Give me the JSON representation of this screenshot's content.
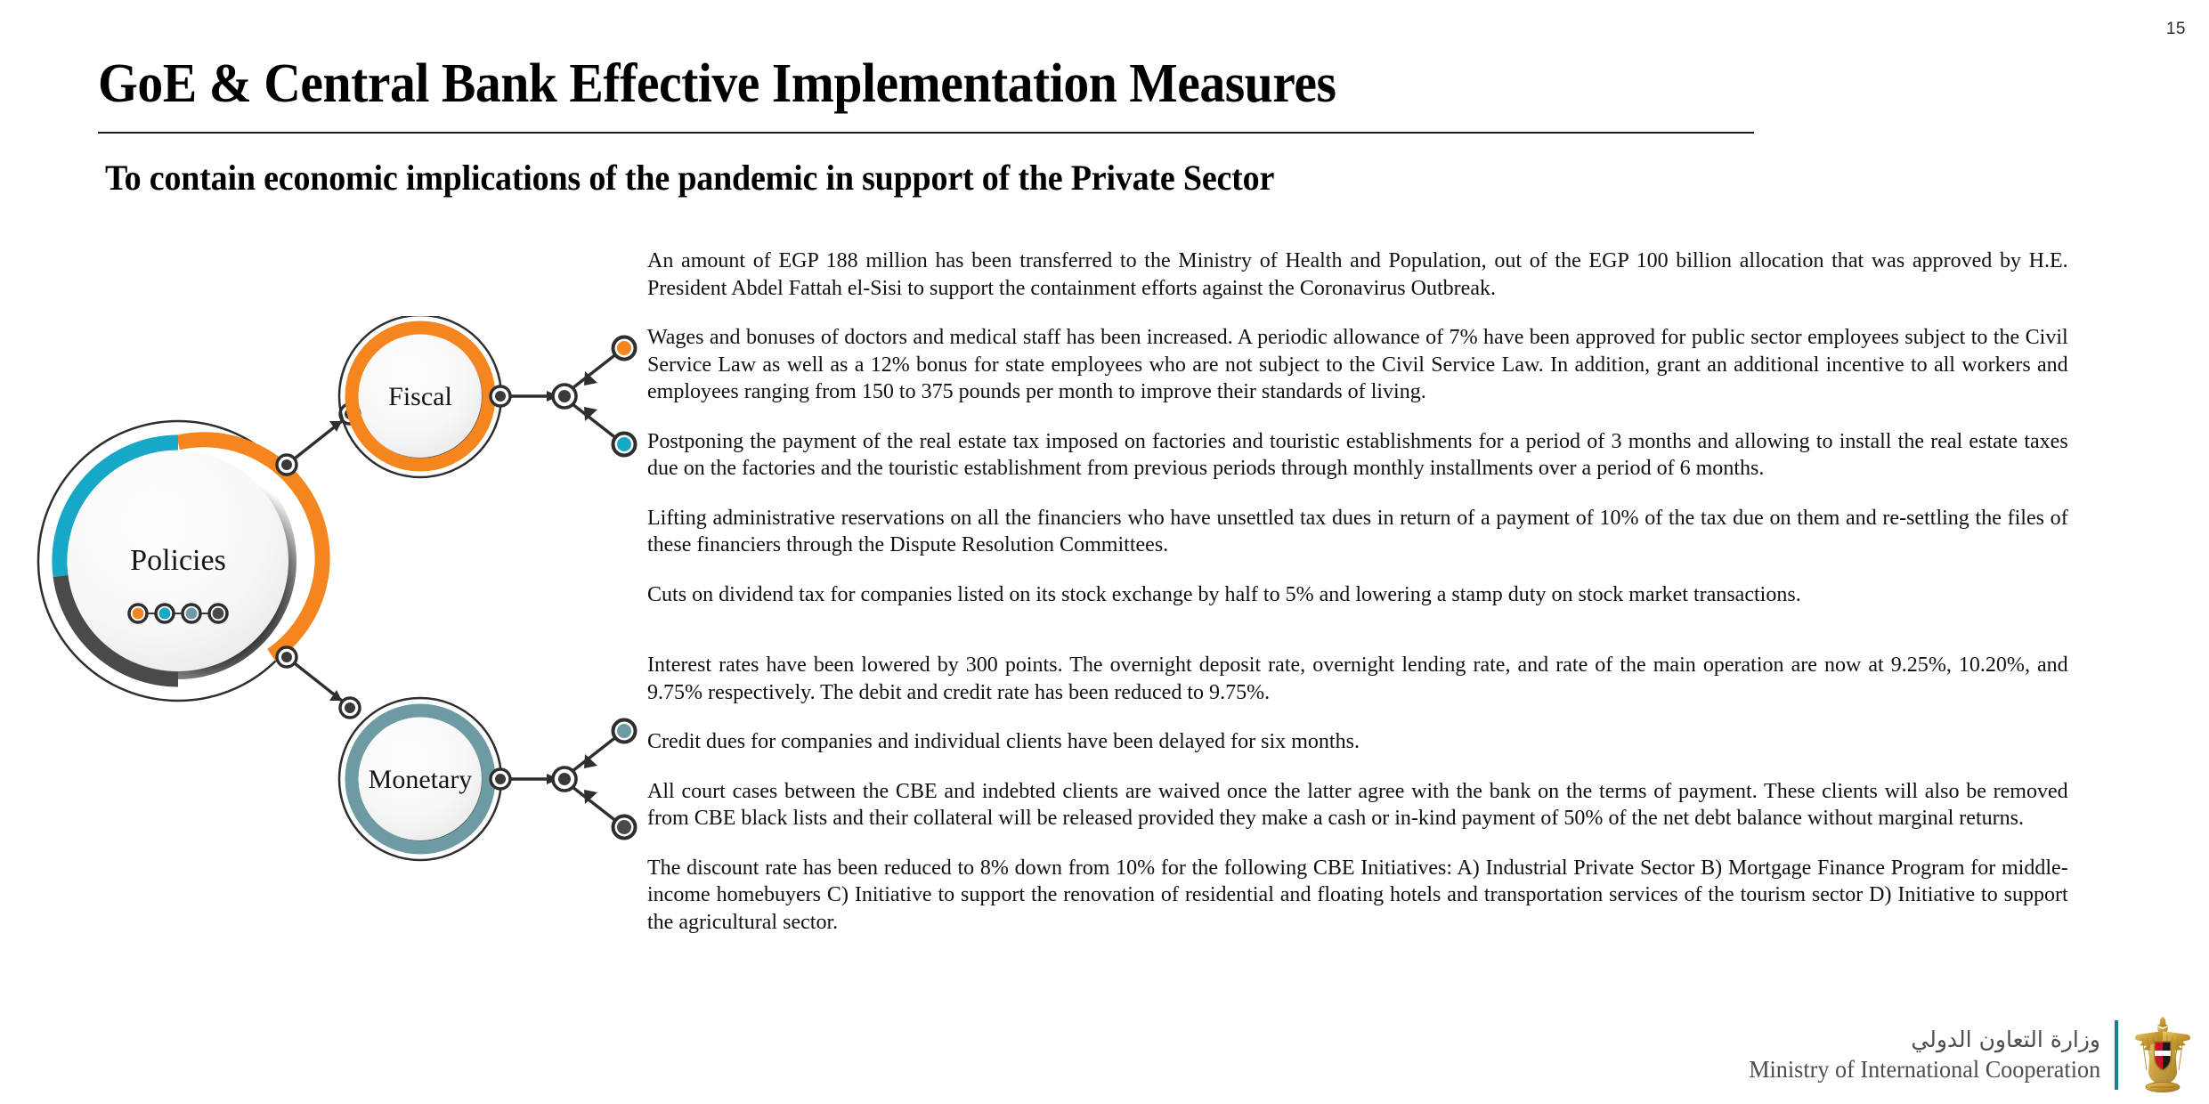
{
  "page_number": "15",
  "header": {
    "title": "GoE & Central Bank Effective Implementation Measures",
    "subtitle": "To contain economic implications of the pandemic in support of the Private Sector"
  },
  "diagram": {
    "hub_label": "Policies",
    "nodes": [
      {
        "label": "Fiscal",
        "ring_color": "#F5851F"
      },
      {
        "label": "Monetary",
        "ring_color": "#6D9BA3"
      }
    ],
    "legend_dots": [
      "#F5851F",
      "#17A8C8",
      "#6D9BA3",
      "#4A4A4A"
    ],
    "branch_dots": {
      "fiscal_top": "#F5851F",
      "fiscal_bottom": "#17A8C8",
      "monetary_top": "#6D9BA3",
      "monetary_bottom": "#4A4A4A"
    }
  },
  "body": {
    "paragraphs": [
      "An amount of EGP 188 million has been transferred to the Ministry of Health and Population, out of the EGP 100 billion allocation that was approved by H.E. President Abdel Fattah el-Sisi to support the containment efforts against the Coronavirus Outbreak.",
      "Wages and bonuses of doctors and medical staff has been increased. A periodic allowance of 7% have been approved for public sector employees subject to the Civil Service Law as well as a 12% bonus for state employees who are not subject to the Civil Service Law. In addition, grant an additional incentive to all workers and employees ranging from 150 to 375 pounds per month to improve their standards of living.",
      "Postponing the payment of the real estate tax imposed on factories and touristic establishments for a period of 3 months and allowing to install the real estate taxes due on the factories and the touristic establishment from previous periods through monthly installments over a period of 6 months.",
      "Lifting administrative reservations on all the financiers who have unsettled tax dues in return of a payment of 10% of the tax due on them and re-settling the files of these financiers through the Dispute Resolution Committees.",
      "Cuts on dividend tax for companies listed on its stock exchange by half to 5% and lowering a stamp duty on stock market transactions.",
      "Interest rates have been lowered by 300 points. The overnight deposit rate, overnight lending rate, and rate of the main operation are now at 9.25%, 10.20%, and 9.75% respectively. The debit and credit rate has been reduced to 9.75%.",
      "Credit dues for companies and individual clients have been delayed for six months.",
      "All court cases between the CBE and indebted clients are waived once the latter agree with the bank on the terms of payment. These clients will also be removed from CBE black lists and  their collateral will be released provided they make a cash or in-kind payment of 50% of the net debt balance without marginal returns.",
      "The discount rate has been reduced to 8% down from 10% for the following CBE Initiatives: A) Industrial Private Sector B) Mortgage Finance Program for middle-income homebuyers C) Initiative to support the renovation of residential and floating hotels and transportation services of the tourism sector D) Initiative to support the agricultural sector."
    ]
  },
  "footer": {
    "arabic": "وزارة التعاون الدولي",
    "english": "Ministry of International Cooperation",
    "divider_color": "#1b7e8f"
  }
}
